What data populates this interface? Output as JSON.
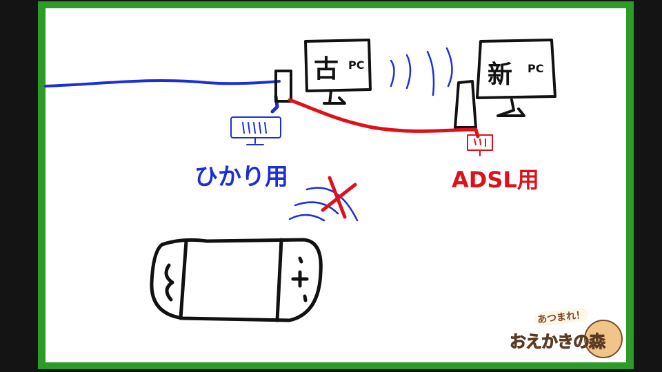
{
  "drawing": {
    "old_pc_label": "古",
    "old_pc_suffix": "PC",
    "new_pc_label": "新",
    "new_pc_suffix": "PC",
    "fiber_label": "ひかり用",
    "adsl_label": "ADSL用",
    "blocked_mark": "×"
  },
  "logo": {
    "top": "あつまれ！",
    "main": "おえかきの森"
  },
  "colors": {
    "frame": "#2e9a2a",
    "fiber": "#1a2fd8",
    "adsl": "#e0101a",
    "ink": "#111111"
  }
}
